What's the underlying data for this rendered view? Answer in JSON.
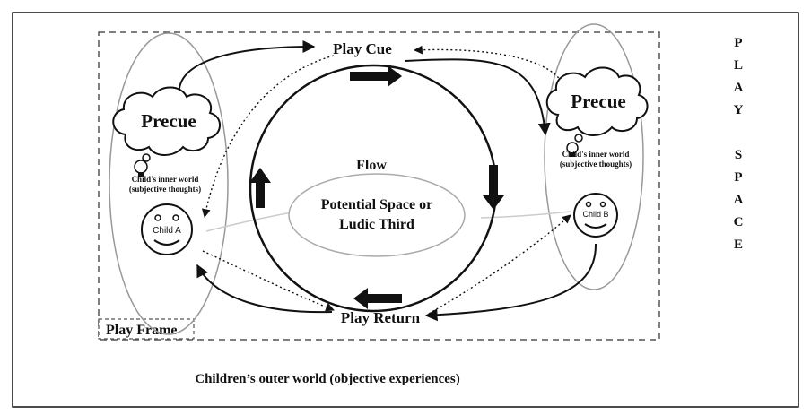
{
  "nodes": {
    "play_cue": "Play Cue",
    "play_return": "Play Return",
    "flow": "Flow",
    "potential_space_line1": "Potential Space or",
    "potential_space_line2": "Ludic Third",
    "precue_left": "Precue",
    "precue_right": "Precue",
    "child_a": "Child A",
    "child_b": "Child B",
    "inner_world_left_line1": "Child's inner world",
    "inner_world_left_line2": "(subjective thoughts)",
    "inner_world_right_line1": "Child's inner world",
    "inner_world_right_line2": "(subjective thoughts)"
  },
  "labels": {
    "play_frame": "Play Frame",
    "outer_world": "Children’s outer world (objective experiences)",
    "play_space_letters": [
      "P",
      "L",
      "A",
      "Y",
      "",
      "S",
      "P",
      "A",
      "C",
      "E"
    ]
  }
}
